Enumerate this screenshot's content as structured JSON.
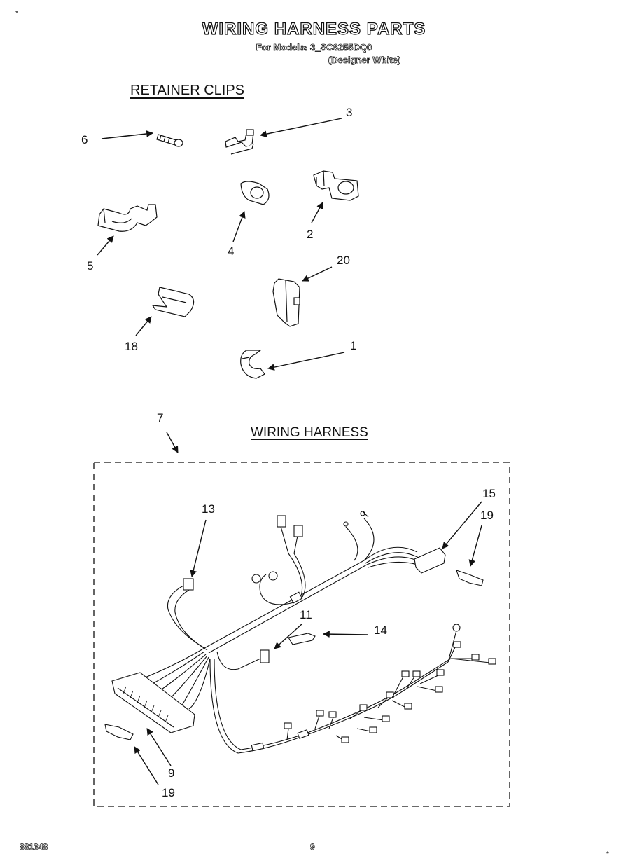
{
  "header": {
    "title": "WIRING HARNESS PARTS",
    "models_line": "For Models: 3_SC6255DQ0",
    "designer_line": "(Designer White)"
  },
  "sections": {
    "retainer_clips": "RETAINER CLIPS",
    "wiring_harness": "WIRING HARNESS"
  },
  "callouts": {
    "c1": "1",
    "c2": "2",
    "c3": "3",
    "c4": "4",
    "c5": "5",
    "c6": "6",
    "c7": "7",
    "c9": "9",
    "c11": "11",
    "c13": "13",
    "c14": "14",
    "c15": "15",
    "c18": "18",
    "c19a": "19",
    "c19b": "19",
    "c20": "20"
  },
  "footer": {
    "part_number": "881348",
    "page": "9"
  }
}
